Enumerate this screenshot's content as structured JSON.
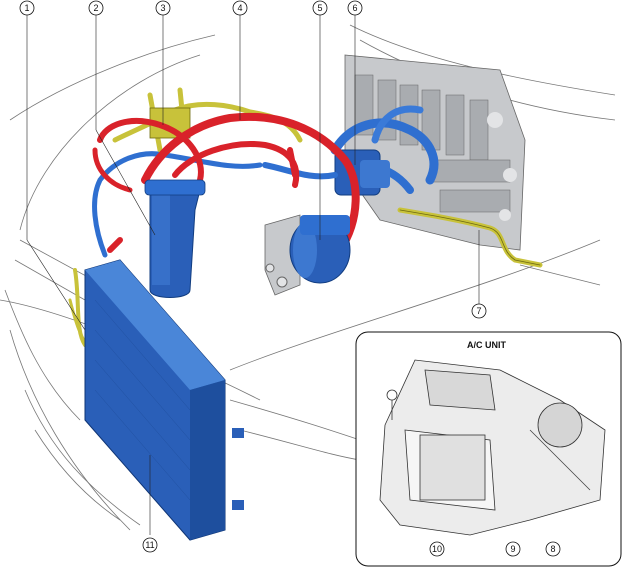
{
  "callouts": [
    {
      "num": "1"
    },
    {
      "num": "2"
    },
    {
      "num": "3"
    },
    {
      "num": "4"
    },
    {
      "num": "5"
    },
    {
      "num": "6"
    },
    {
      "num": "7"
    },
    {
      "num": "8"
    },
    {
      "num": "9"
    },
    {
      "num": "10"
    },
    {
      "num": "11"
    }
  ],
  "inset": {
    "title": "A/C UNIT"
  },
  "colors": {
    "high_pressure": "#d9222a",
    "low_pressure": "#2f6fd0",
    "liquid_line": "#c8c23a",
    "component_blue": "#2a5fb8",
    "engine_gray": "#b9bcc0"
  }
}
